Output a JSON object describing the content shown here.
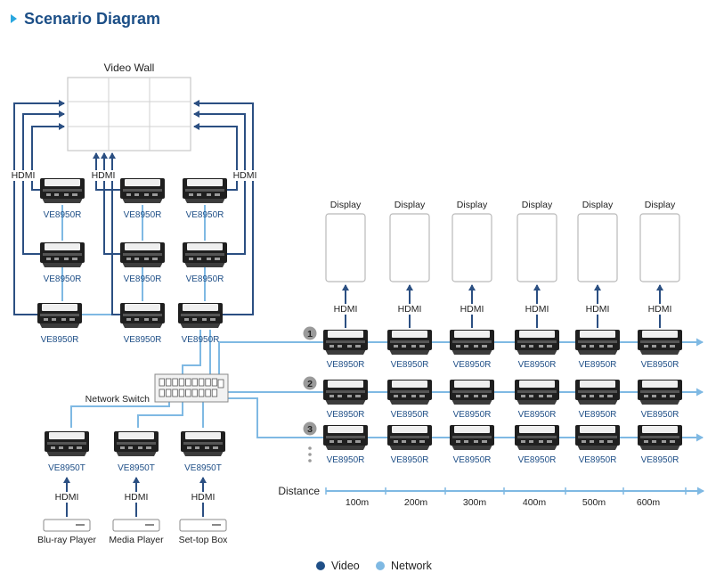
{
  "header": {
    "title": "Scenario Diagram"
  },
  "video_wall": {
    "label": "Video Wall"
  },
  "labels": {
    "hdmi": "HDMI",
    "display": "Display",
    "receiver": "VE8950R",
    "transmitter": "VE8950T",
    "network_switch": "Network Switch",
    "distance": "Distance"
  },
  "rows": [
    "1",
    "2",
    "3"
  ],
  "distances": [
    "100m",
    "200m",
    "300m",
    "400m",
    "500m",
    "600m"
  ],
  "sources": [
    "Blu-ray Player",
    "Media Player",
    "Set-top Box"
  ],
  "legend": [
    {
      "label": "Video",
      "color": "#1f4f87"
    },
    {
      "label": "Network",
      "color": "#7fb9e3"
    }
  ],
  "colors": {
    "video": "#2b4f82",
    "network": "#7fb9e3",
    "title": "#1c4f87",
    "accent": "#2aa7df"
  }
}
